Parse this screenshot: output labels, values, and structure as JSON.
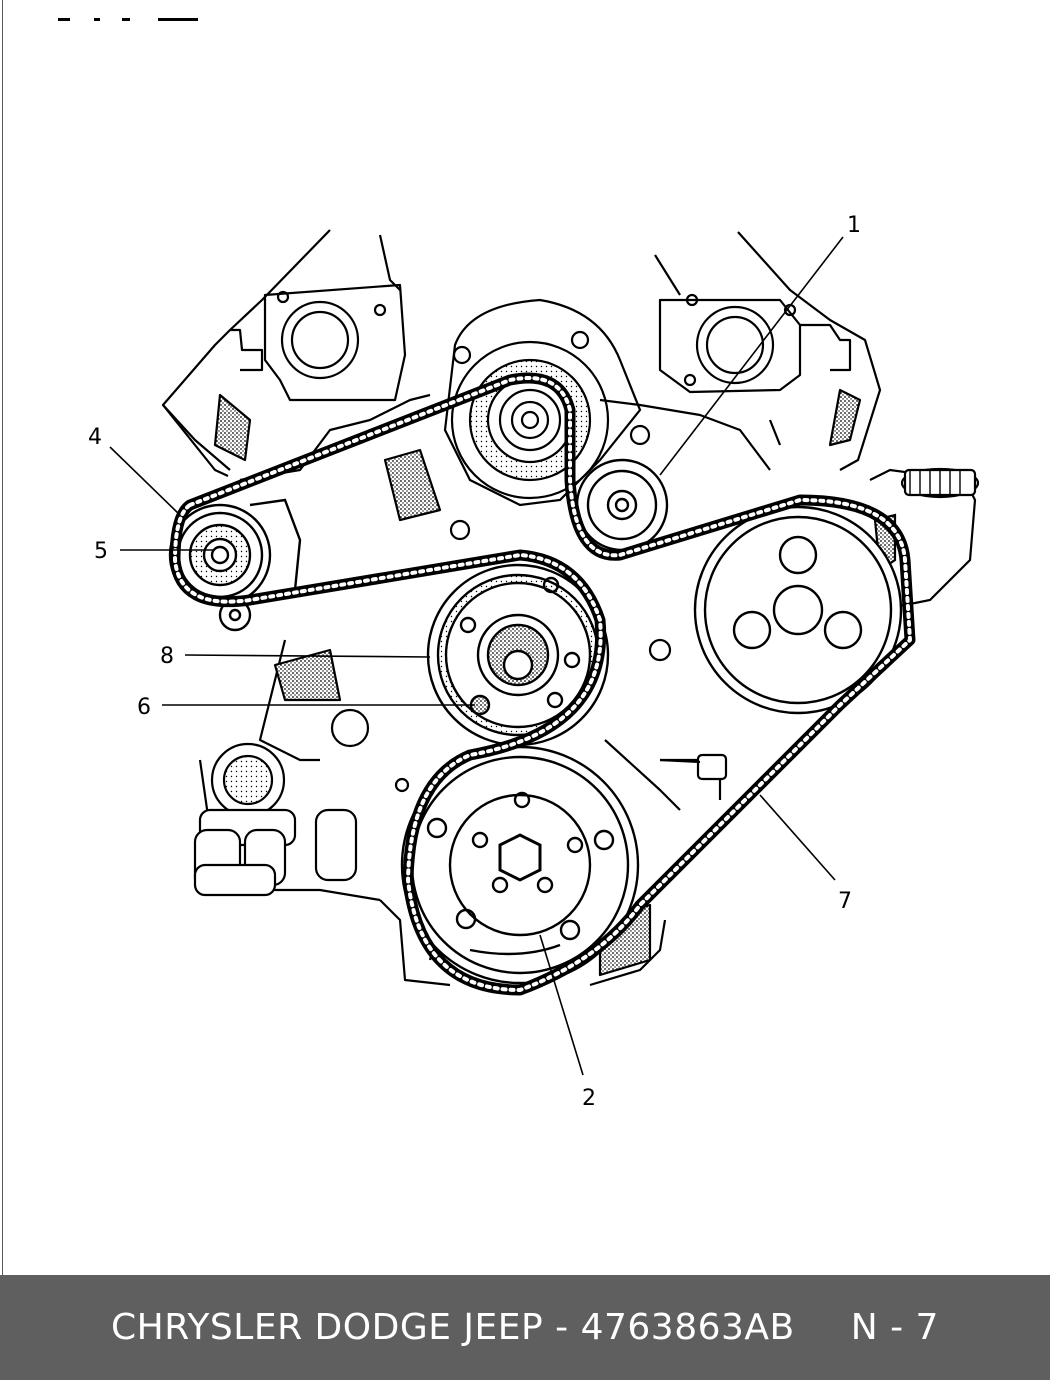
{
  "callouts": [
    {
      "id": "1",
      "text": "1"
    },
    {
      "id": "2",
      "text": "2"
    },
    {
      "id": "4",
      "text": "4"
    },
    {
      "id": "5",
      "text": "5"
    },
    {
      "id": "6",
      "text": "6"
    },
    {
      "id": "7",
      "text": "7"
    },
    {
      "id": "8",
      "text": "8"
    }
  ],
  "footer": {
    "part_text": "CHRYSLER DODGE JEEP - 4763863AB",
    "page_text": "N - 7"
  },
  "colors": {
    "footer_bg": "#5f5f5f",
    "footer_text": "#ffffff",
    "line_art": "#000000"
  }
}
